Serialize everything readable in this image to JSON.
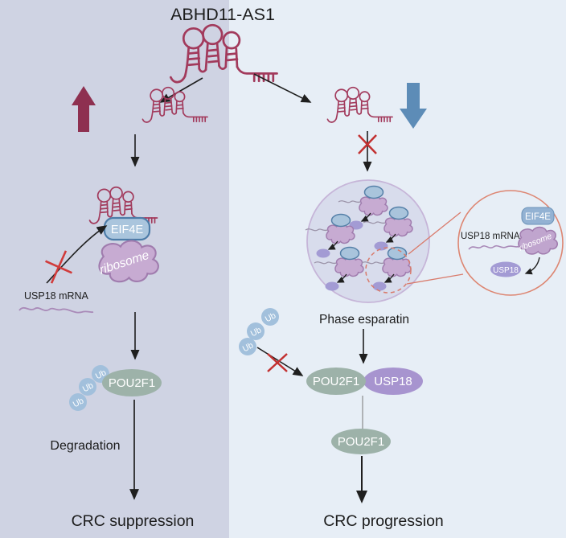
{
  "title": "ABHD11-AS1",
  "left_panel": {
    "eif4e": "EIF4E",
    "ribosome": "ribosome",
    "usp18_mrna": "USP18 mRNA",
    "ub": "Ub",
    "pou2f1": "POU2F1",
    "degradation": "Degradation",
    "outcome": "CRC suppression"
  },
  "right_panel": {
    "phase_label": "Phase esparatin",
    "ub": "Ub",
    "pou2f1": "POU2F1",
    "usp18": "USP18",
    "pou2f1_free": "POU2F1",
    "outcome": "CRC progression",
    "inset": {
      "eif4e": "EIF4E",
      "ribosome": "ribosome",
      "usp18_mrna": "USP18 mRNA",
      "usp18": "USP18"
    }
  },
  "palette": {
    "bg_left": "#cfd3e3",
    "bg_right": "#e7eef6",
    "rna": "#a23a5c",
    "up_arrow": "#8e3050",
    "down_arrow": "#5d8cb7",
    "red_mark": "#cc3434",
    "eif4e_fill": "#aac5dd",
    "eif4e_stroke": "#4d7ca8",
    "ribosome_fill": "#c7abd2",
    "ribosome_stroke": "#a07cae",
    "ub_fill": "#a2c0dc",
    "pou2f1_fill": "#9db2a9",
    "usp18_fill": "#a794cf",
    "usp18_small_fill": "#a39bd4",
    "droplet_fill": "#d8dcec",
    "droplet_stroke": "#c6b5d8",
    "magnifier_stroke": "#dd8672",
    "mrna_line": "#a98ab8"
  }
}
